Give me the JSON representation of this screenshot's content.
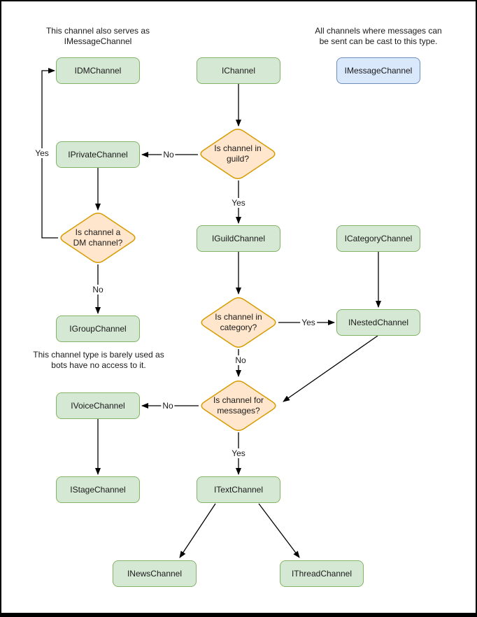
{
  "palette": {
    "node_green_fill": "#d5e8d4",
    "node_green_stroke": "#82b366",
    "node_blue_fill": "#dae8fc",
    "node_blue_stroke": "#6c8ebf",
    "decision_fill": "#ffe6cc",
    "decision_stroke": "#d79b00",
    "line_color": "#000000",
    "text_color": "#1a1a1a",
    "canvas_bg": "#ffffff"
  },
  "notes": {
    "dm": {
      "line1": "This channel also serves as",
      "line2": "IMessageChannel"
    },
    "message": {
      "line1": "All channels where messages can",
      "line2": "be sent can be cast to this type."
    },
    "group": {
      "line1": "This channel type is barely used as",
      "line2": "bots have no access to it."
    }
  },
  "nodes": {
    "idm": {
      "label": "IDMChannel"
    },
    "ichannel": {
      "label": "IChannel"
    },
    "imessage": {
      "label": "IMessageChannel"
    },
    "iprivate": {
      "label": "IPrivateChannel"
    },
    "iguild": {
      "label": "IGuildChannel"
    },
    "icategory": {
      "label": "ICategoryChannel"
    },
    "igroup": {
      "label": "IGroupChannel"
    },
    "inested": {
      "label": "INestedChannel"
    },
    "ivoice": {
      "label": "IVoiceChannel"
    },
    "istage": {
      "label": "IStageChannel"
    },
    "itext": {
      "label": "ITextChannel"
    },
    "inews": {
      "label": "INewsChannel"
    },
    "ithread": {
      "label": "IThreadChannel"
    }
  },
  "decisions": {
    "guild": {
      "line1": "Is channel in",
      "line2": "guild?"
    },
    "dm": {
      "line1": "Is channel a",
      "line2": "DM channel?"
    },
    "category": {
      "line1": "Is channel in",
      "line2": "category?"
    },
    "messages": {
      "line1": "Is channel for",
      "line2": "messages?"
    }
  },
  "edges": [
    {
      "from": "IChannel",
      "to": "Is channel in guild?",
      "label": ""
    },
    {
      "from": "Is channel in guild?",
      "to": "IPrivateChannel",
      "label": "No"
    },
    {
      "from": "Is channel in guild?",
      "to": "IGuildChannel",
      "label": "Yes"
    },
    {
      "from": "IPrivateChannel",
      "to": "Is channel a DM channel?",
      "label": ""
    },
    {
      "from": "Is channel a DM channel?",
      "to": "IDMChannel",
      "label": "Yes"
    },
    {
      "from": "Is channel a DM channel?",
      "to": "IGroupChannel",
      "label": "No"
    },
    {
      "from": "IGuildChannel",
      "to": "Is channel in category?",
      "label": ""
    },
    {
      "from": "Is channel in category?",
      "to": "INestedChannel",
      "label": "Yes"
    },
    {
      "from": "Is channel in category?",
      "to": "Is channel for messages?",
      "label": "No"
    },
    {
      "from": "ICategoryChannel",
      "to": "INestedChannel",
      "label": ""
    },
    {
      "from": "INestedChannel",
      "to": "Is channel for messages?",
      "label": ""
    },
    {
      "from": "Is channel for messages?",
      "to": "IVoiceChannel",
      "label": "No"
    },
    {
      "from": "Is channel for messages?",
      "to": "ITextChannel",
      "label": "Yes"
    },
    {
      "from": "IVoiceChannel",
      "to": "IStageChannel",
      "label": ""
    },
    {
      "from": "ITextChannel",
      "to": "INewsChannel",
      "label": ""
    },
    {
      "from": "ITextChannel",
      "to": "IThreadChannel",
      "label": ""
    }
  ]
}
